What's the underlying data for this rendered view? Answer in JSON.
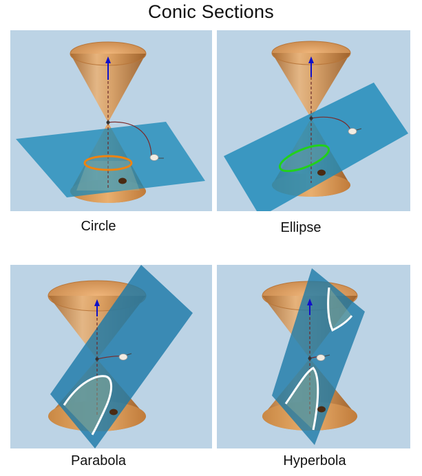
{
  "title": "Conic Sections",
  "panels": [
    {
      "id": "circle",
      "label": "Circle"
    },
    {
      "id": "ellipse",
      "label": "Ellipse"
    },
    {
      "id": "parabola",
      "label": "Parabola"
    },
    {
      "id": "hyperbola",
      "label": "Hyperbola"
    }
  ],
  "colors": {
    "background": "#bcd3e5",
    "cone": "#d49a60",
    "plane": "#1d8ab8",
    "axis": "#1010c8",
    "circle_curve": "#f0830f",
    "ellipse_curve": "#22d11a",
    "parabola_curve": "#ffffff",
    "hyperbola_curve": "#ffffff"
  }
}
